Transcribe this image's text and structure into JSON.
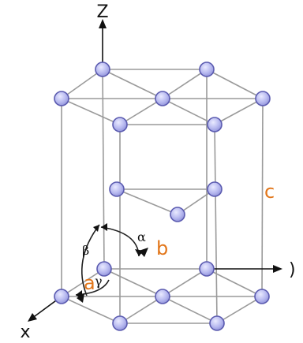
{
  "colors": {
    "edge": "#9a9a9a",
    "atom_fill": "#b6b8ef",
    "atom_stroke": "#5b5bb0",
    "lattice_label": "#e2761a",
    "axis": "#111111"
  },
  "labels": {
    "axis_z": "Z",
    "axis_y": ")",
    "axis_x": "x",
    "lattice_a": "a",
    "lattice_b": "b",
    "lattice_c": "c",
    "angle_alpha": "α",
    "angle_beta": "β",
    "angle_gamma": "γ"
  },
  "icons": {
    "atom": "circle",
    "axis_arrow": "arrowhead"
  }
}
